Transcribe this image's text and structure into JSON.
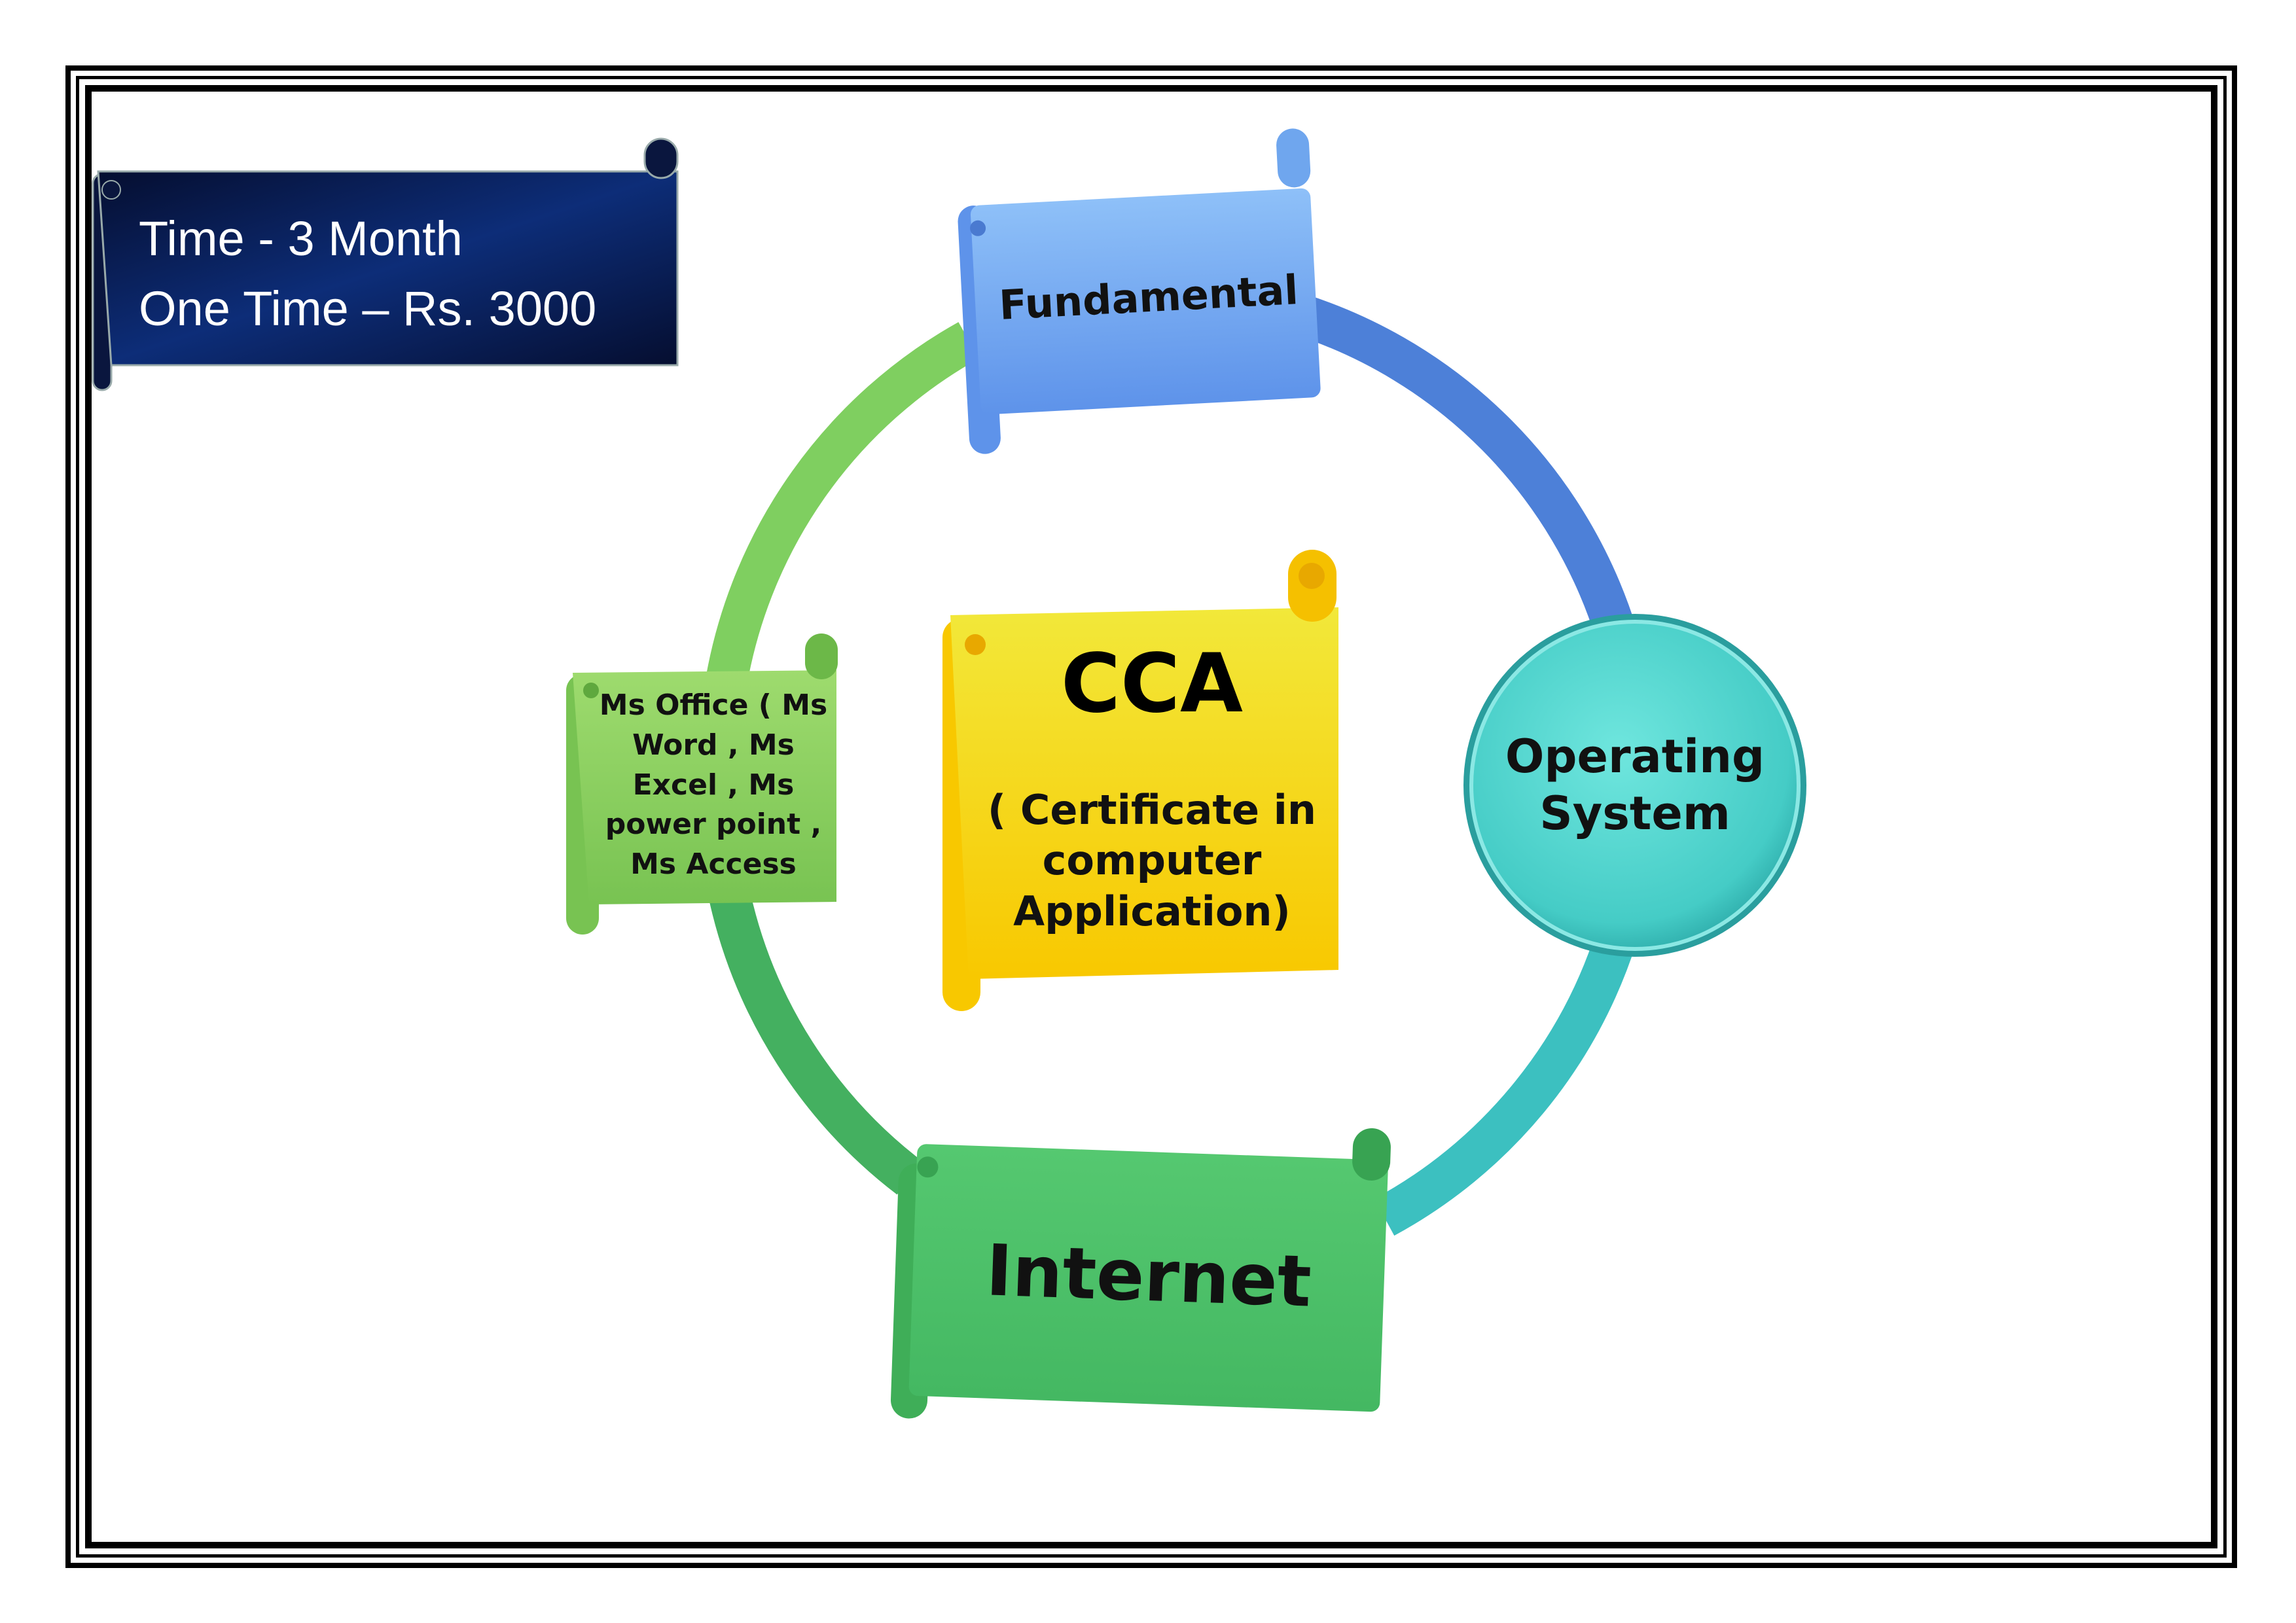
{
  "info": {
    "duration": "Time - 3 Month",
    "fee": "One Time – Rs. 3000"
  },
  "center": {
    "title": "CCA",
    "subtitle": "( Certificate in\ncomputer\nApplication)"
  },
  "modules": {
    "top": "Fundamental",
    "right": "Operating\nSystem",
    "bottom": "Internet",
    "left": "Ms Office ( Ms\nWord , Ms\nExcel , Ms\npower point ,\nMs Access"
  },
  "colors": {
    "info_box": "#0a1a4a",
    "fundamental": "#6fa6ee",
    "operating_system": "#4fd0c8",
    "internet": "#4cbf68",
    "ms_office": "#8fd05e",
    "cca": "#f8d200",
    "arc_top_right": "#4d80d8",
    "arc_bottom_right": "#3cc0c0",
    "arc_bottom_left": "#44b060",
    "arc_top_left": "#7fcf60"
  },
  "icons": {
    "scroll_shape": "scroll-banner-shape",
    "circle_shape": "circle-node-shape"
  }
}
